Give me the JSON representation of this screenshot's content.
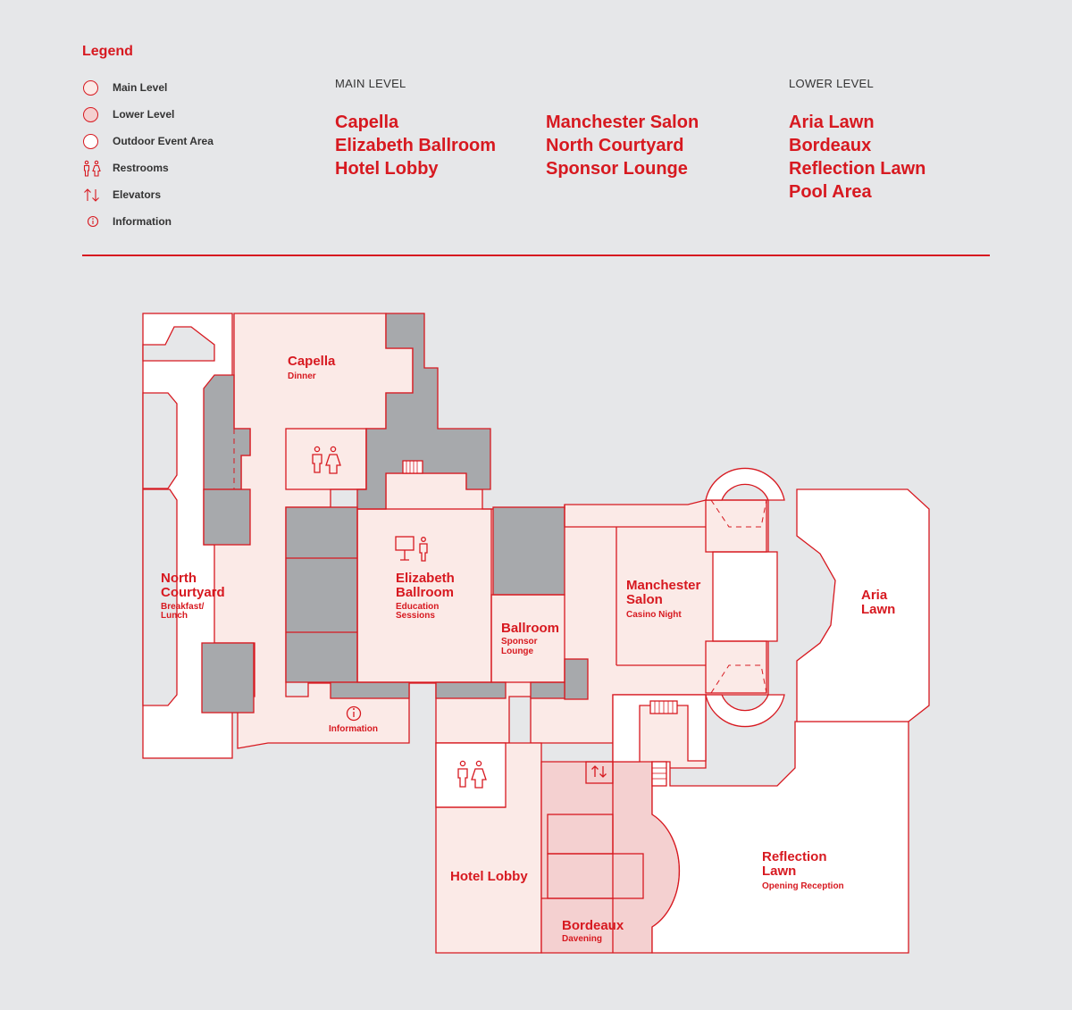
{
  "legend": {
    "title": "Legend",
    "items": [
      {
        "label": "Main Level",
        "icon": "main-level-swatch"
      },
      {
        "label": "Lower Level",
        "icon": "lower-level-swatch"
      },
      {
        "label": "Outdoor Event Area",
        "icon": "outdoor-swatch"
      },
      {
        "label": "Restrooms",
        "icon": "restroom-icon"
      },
      {
        "label": "Elevators",
        "icon": "elevator-icon"
      },
      {
        "label": "Information",
        "icon": "info-icon"
      }
    ]
  },
  "main_level": {
    "heading": "MAIN LEVEL",
    "venues_col1": [
      "Capella",
      "Elizabeth Ballroom",
      "Hotel Lobby"
    ],
    "venues_col2": [
      "Manchester Salon",
      "North Courtyard",
      "Sponsor Lounge"
    ]
  },
  "lower_level": {
    "heading": "LOWER LEVEL",
    "venues": [
      "Aria Lawn",
      "Bordeaux",
      "Reflection Lawn",
      "Pool Area"
    ]
  },
  "map": {
    "rooms": {
      "capella": {
        "name": "Capella",
        "event": "Dinner"
      },
      "north_courtyard": {
        "name_line1": "North",
        "name_line2": "Courtyard",
        "event_line1": "Breakfast/",
        "event_line2": "Lunch"
      },
      "elizabeth": {
        "name_line1": "Elizabeth",
        "name_line2": "Ballroom",
        "event_line1": "Education",
        "event_line2": "Sessions"
      },
      "ballroom": {
        "name": "Ballroom",
        "event_line1": "Sponsor",
        "event_line2": "Lounge"
      },
      "manchester": {
        "name_line1": "Manchester",
        "name_line2": "Salon",
        "event": "Casino Night"
      },
      "aria": {
        "name_line1": "Aria",
        "name_line2": "Lawn"
      },
      "information": {
        "name": "Information"
      },
      "hotel_lobby": {
        "name": "Hotel Lobby"
      },
      "bordeaux": {
        "name": "Bordeaux",
        "event": "Davening"
      },
      "reflection": {
        "name_line1": "Reflection",
        "name_line2": "Lawn",
        "event": "Opening Reception"
      }
    }
  },
  "colors": {
    "accent": "#d71920",
    "background": "#e6e7e9",
    "main_level_fill": "#fbeae7",
    "lower_level_fill": "#f4d0d0",
    "outdoor_fill": "#ffffff",
    "service_fill": "#a7a9ac"
  }
}
